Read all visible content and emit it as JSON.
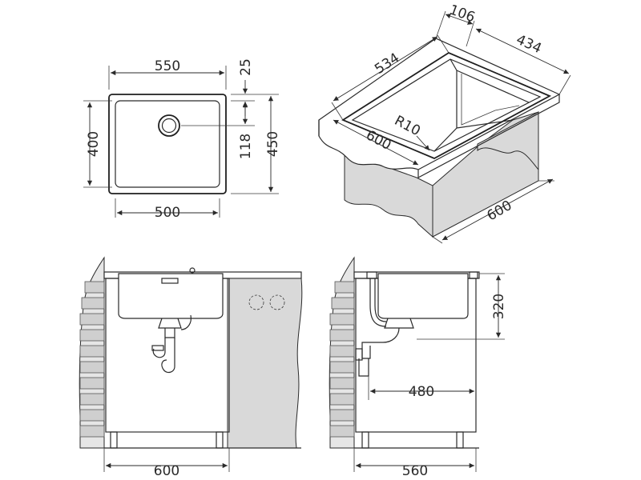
{
  "dimensions": {
    "top_view": {
      "overall_width": "550",
      "bowl_width": "500",
      "bowl_depth": "400",
      "overall_depth": "450",
      "rim_offset": "25",
      "drain_offset": "118"
    },
    "iso_view": {
      "top_width": "106",
      "side_length": "434",
      "bowl_length": "534",
      "corner_radius": "R10",
      "front_width": "600",
      "cabinet_depth": "600"
    },
    "front_view": {
      "cabinet_width": "600"
    },
    "side_view": {
      "bowl_height": "320",
      "drain_distance": "480",
      "cabinet_depth": "560"
    }
  }
}
